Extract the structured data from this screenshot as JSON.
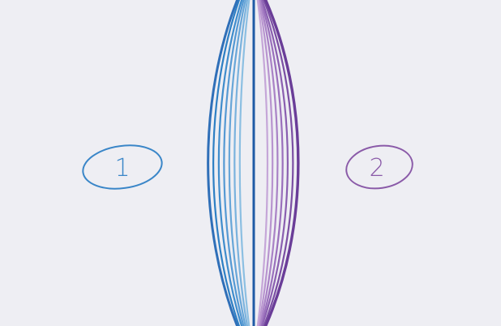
{
  "diagram": {
    "background_color": "#eeeef3",
    "labels": [
      {
        "id": "1",
        "text": "1",
        "color": "#3a86c8"
      },
      {
        "id": "2",
        "text": "2",
        "color": "#8a5aa8"
      }
    ],
    "curve_groups": {
      "left": {
        "colors": [
          "#2d7fc4",
          "#3f8ccc",
          "#5599d3",
          "#68a6d8",
          "#7ab2dd",
          "#8cbfe2",
          "#2f6fb8"
        ]
      },
      "right": {
        "colors": [
          "#7b4fa3",
          "#8a5fb0",
          "#9a70bc",
          "#a982c6",
          "#b894cf",
          "#c5a6d8",
          "#6a3d98"
        ]
      },
      "center_line_color": "#1f5aa6"
    }
  }
}
